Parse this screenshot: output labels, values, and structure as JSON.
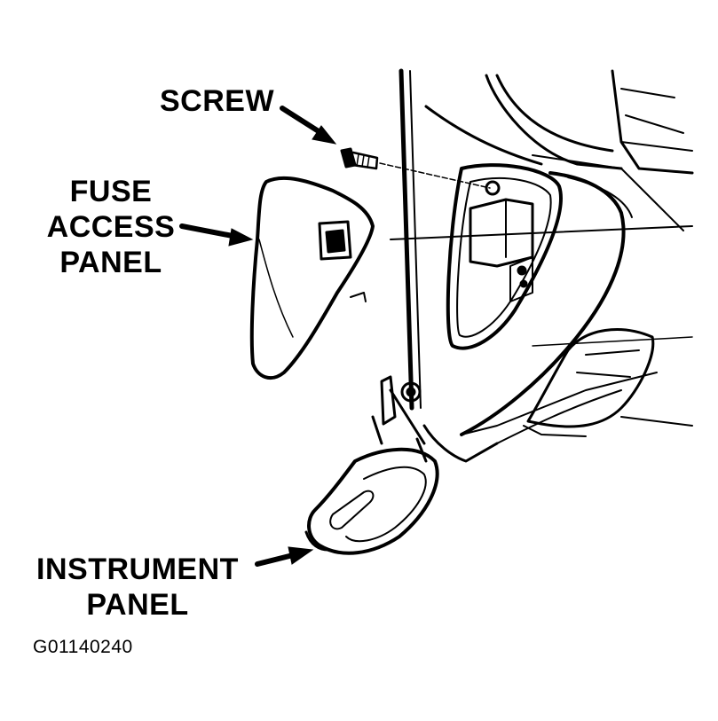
{
  "labels": {
    "screw": "SCREW",
    "fuse_access_panel": [
      "FUSE",
      "ACCESS",
      "PANEL"
    ],
    "instrument_panel": [
      "INSTRUMENT",
      "PANEL"
    ]
  },
  "figure_id": "G01140240",
  "colors": {
    "line": "#000000",
    "background": "#ffffff"
  }
}
